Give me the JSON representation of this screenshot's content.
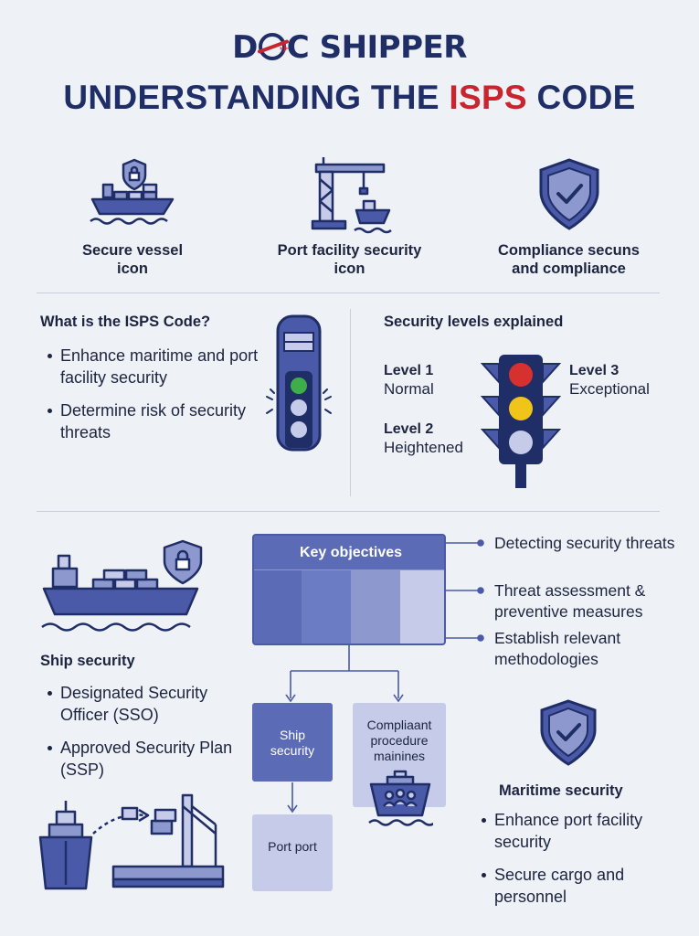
{
  "logo": {
    "text_left": "D",
    "text_right": "C SHIPPER"
  },
  "title": {
    "part1": "UNDERSTANDING THE ",
    "accent": "ISPS",
    "part2": " CODE"
  },
  "top_icons": [
    {
      "icon": "secure-vessel-icon",
      "caption_line1": "Secure vessel",
      "caption_line2": "icon"
    },
    {
      "icon": "port-crane-icon",
      "caption_line1": "Port facility security",
      "caption_line2": "icon"
    },
    {
      "icon": "shield-check-icon",
      "caption_line1": "Compliance secuns",
      "caption_line2": "and compliance"
    }
  ],
  "what_is": {
    "heading": "What is the ISPS Code?",
    "bullets": [
      "Enhance maritime and port facility security",
      "Determine risk of security threats"
    ]
  },
  "security_levels": {
    "heading": "Security levels explained",
    "level1": {
      "name": "Level 1",
      "desc": "Normal"
    },
    "level2": {
      "name": "Level 2",
      "desc": "Heightened"
    },
    "level3": {
      "name": "Level 3",
      "desc": "Exceptional"
    }
  },
  "ship_security": {
    "heading": "Ship security",
    "bullets": [
      "Designated Security Officer (SSO)",
      "Approved Security Plan (SSP)"
    ]
  },
  "key_objectives": {
    "title": "Key objectives",
    "items": [
      "Detecting security threats",
      "Threat assessment & preventive measures",
      "Establish relevant methodologies"
    ]
  },
  "flow_boxes": {
    "ship": "Ship security",
    "compliant": "Compliaant procedure mainines",
    "port": "Port port"
  },
  "maritime_security": {
    "heading": "Maritime security",
    "bullets": [
      "Enhance port facility security",
      "Secure cargo and personnel"
    ]
  },
  "colors": {
    "navy": "#1f2e66",
    "accent_red": "#c8262f",
    "icon_blue": "#4a5aa8",
    "box_dark": "#5b6bb5",
    "box_mid": "#8d98cf",
    "box_light": "#c5cbe8"
  }
}
